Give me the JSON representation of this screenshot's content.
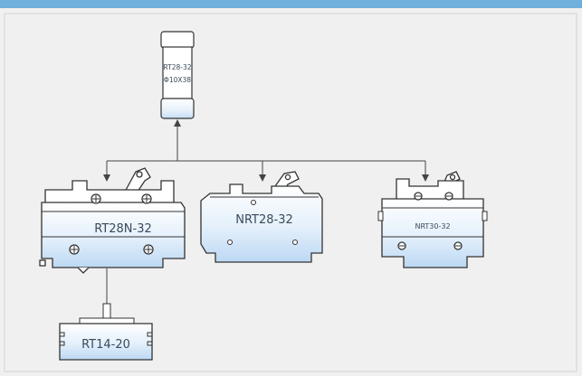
{
  "labels": {
    "fuse_top": "RT28-32",
    "fuse_bottom": "Φ10X38",
    "holder_left": "RT28N-32",
    "holder_middle": "NRT28-32",
    "holder_right": "NRT30-32",
    "base_bottom": "RT14-20"
  },
  "colors": {
    "top_band": "#6fb0dd",
    "background": "#f0f0f0",
    "frame": "#d2d2d2",
    "line": "#444444",
    "fill_top": "#ffffff",
    "fill_bottom": "#c9e1f7"
  }
}
